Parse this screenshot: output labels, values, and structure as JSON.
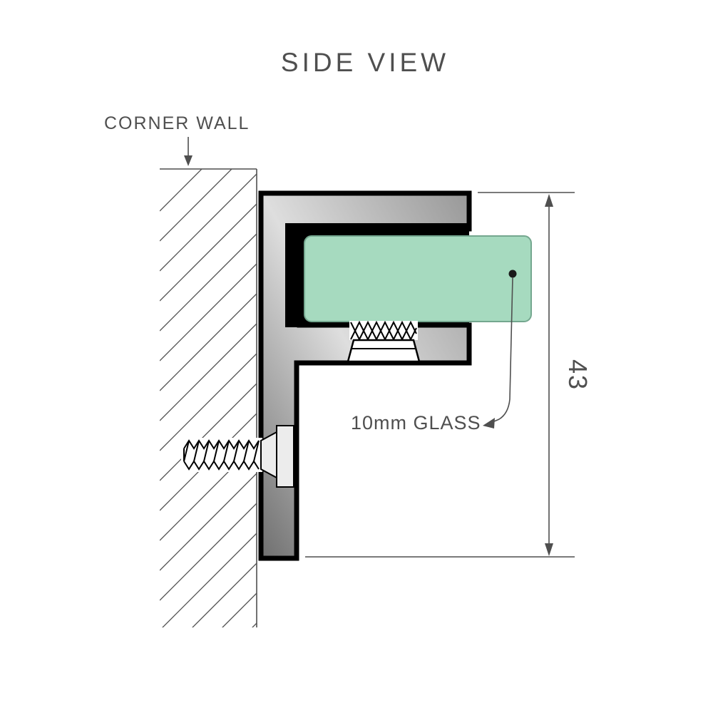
{
  "title": "SIDE VIEW",
  "labels": {
    "corner_wall": "CORNER WALL",
    "glass": "10mm GLASS",
    "dimension": "43"
  },
  "colors": {
    "text": "#4f4f4f",
    "line": "#4f4f4f",
    "outline": "#000000",
    "glass_fill": "#a6dabf",
    "glass_stroke": "#74a78f",
    "metal_dark": "#6f6f6f",
    "metal_mid": "#dedede",
    "metal_light": "#989898",
    "background": "#ffffff"
  }
}
